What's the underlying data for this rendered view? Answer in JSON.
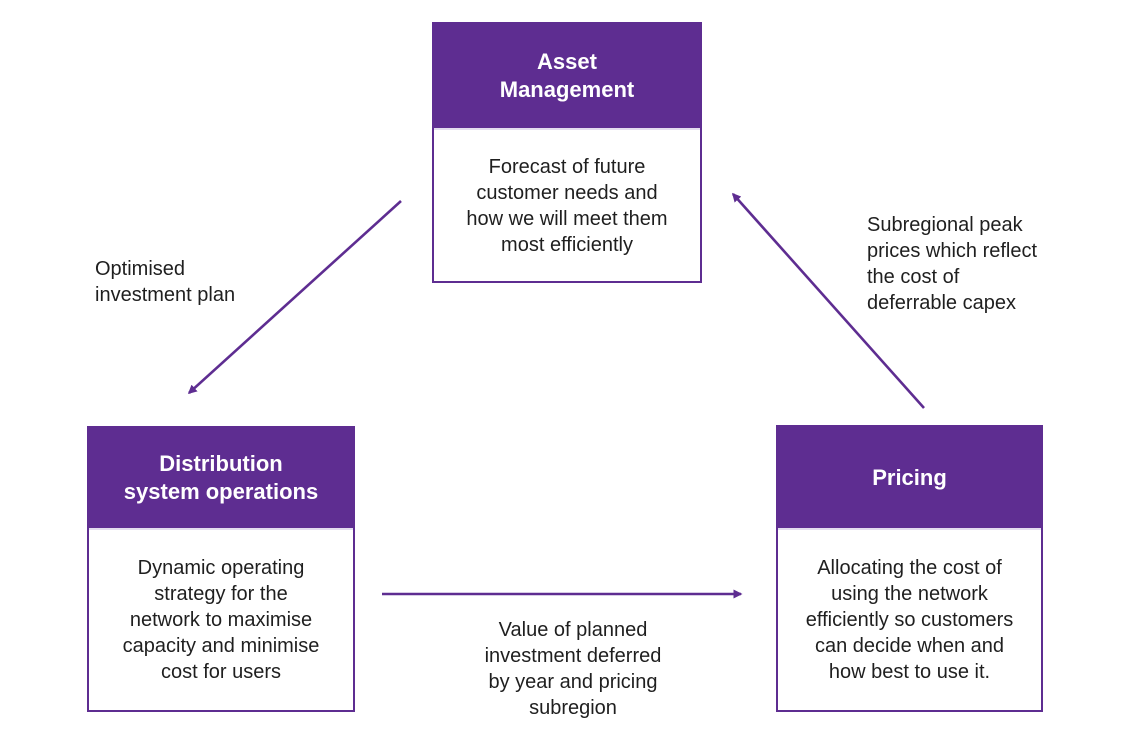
{
  "diagram": {
    "type": "cycle-diagram",
    "background_color": "#FFFFFF",
    "accent_color": "#5E2D91",
    "arrow_color": "#5E2D91",
    "header_text_color": "#FFFFFF",
    "body_text_color": "#1F1F1F",
    "nodes": [
      {
        "id": "asset-management",
        "title": "Asset\nManagement",
        "body": "Forecast of future\ncustomer needs and\nhow we will meet them\nmost efficiently"
      },
      {
        "id": "distribution-system-operations",
        "title": "Distribution\nsystem operations",
        "body": "Dynamic operating\nstrategy for the\nnetwork to maximise\ncapacity and minimise\ncost for users"
      },
      {
        "id": "pricing",
        "title": "Pricing",
        "body": "Allocating the cost of\nusing the network\nefficiently so customers\ncan decide when and\nhow best to use it."
      }
    ],
    "arrows": [
      {
        "from": "asset-management",
        "to": "distribution-system-operations",
        "label": "Optimised\ninvestment plan"
      },
      {
        "from": "distribution-system-operations",
        "to": "pricing",
        "label": "Value of planned\ninvestment deferred\nby year and pricing\nsubregion"
      },
      {
        "from": "pricing",
        "to": "asset-management",
        "label": "Subregional peak\nprices which reflect\nthe cost of\ndeferrable capex"
      }
    ]
  }
}
